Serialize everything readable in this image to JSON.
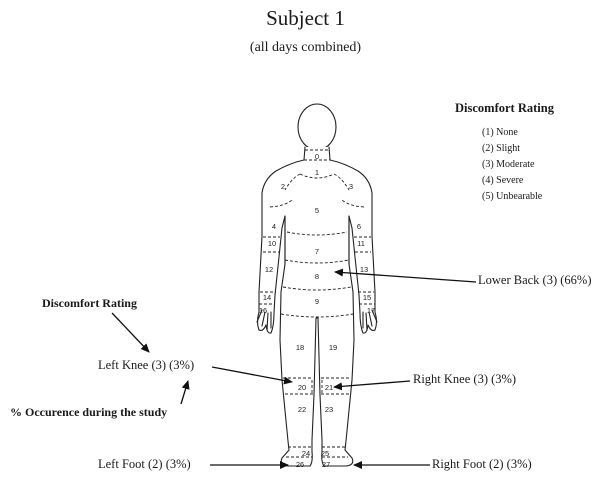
{
  "title": "Subject 1",
  "subtitle": "(all days combined)",
  "legend": {
    "title": "Discomfort Rating",
    "items": [
      "(1) None",
      "(2) Slight",
      "(3) Moderate",
      "(4) Severe",
      "(5) Unbearable"
    ]
  },
  "annotations": {
    "lower_back": "Lower Back (3) (66%)",
    "left_knee": "Left Knee (3) (3%)",
    "right_knee": "Right Knee (3) (3%)",
    "left_foot": "Left Foot (2) (3%)",
    "right_foot": "Right Foot (2) (3%)"
  },
  "guides": {
    "rating": "Discomfort Rating",
    "occurrence": "% Occurence during the study"
  },
  "regions": [
    "0",
    "1",
    "2",
    "3",
    "4",
    "5",
    "6",
    "7",
    "8",
    "9",
    "10",
    "11",
    "12",
    "13",
    "14",
    "15",
    "16",
    "17",
    "18",
    "19",
    "20",
    "21",
    "22",
    "23",
    "24",
    "25",
    "26",
    "27"
  ]
}
